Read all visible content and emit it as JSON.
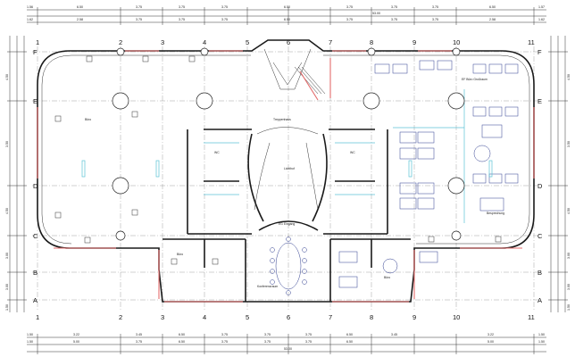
{
  "grid": {
    "columns": [
      "1",
      "2",
      "3",
      "4",
      "5",
      "6",
      "7",
      "8",
      "9",
      "10",
      "11"
    ],
    "rows": [
      "F",
      "E",
      "D",
      "C",
      "B",
      "A"
    ]
  },
  "dimensions": {
    "top_row1": [
      "1.56",
      "6.50",
      "3.75",
      "3.75",
      "3.75",
      "6.50",
      "3.75",
      "3.75",
      "3.75",
      "6.50",
      "1.57"
    ],
    "top_total": "53.00",
    "top_row2": [
      "1.62",
      "2.58",
      "3.75",
      "3.75",
      "3.75",
      "6.50",
      "3.75",
      "3.75",
      "3.75",
      "2.58",
      "1.62"
    ],
    "bottom_row1": [
      "1.50",
      "3.22",
      "3.45",
      "6.50",
      "3.75",
      "3.75",
      "3.75",
      "6.50",
      "3.45",
      "3.22",
      "1.50"
    ],
    "bottom_row2": [
      "1.50",
      "5.00",
      "3.75",
      "6.50",
      "3.75",
      "3.75",
      "3.75",
      "6.50",
      "5.00",
      "1.50"
    ],
    "bottom_total": "53.00",
    "left": [
      "4.50",
      "3.50",
      "4.50",
      "3.00",
      "3.00",
      "1.50"
    ],
    "right": [
      "4.50",
      "3.50",
      "4.50",
      "3.00",
      "3.00",
      "1.50"
    ]
  },
  "rooms": {
    "left_office": "Büro",
    "center_top": "Treppenhaus",
    "center": "Lichthof",
    "entrance": "EG Eingang",
    "conference": "Konferenzraum",
    "wc_left": "WC",
    "wc_right": "WC",
    "right_office": "EF Büro Großraum",
    "meeting": "Besprechung",
    "bottom_left_room": "Büro",
    "bottom_right_room": "Büro"
  },
  "colors": {
    "wall": "#1a1a1a",
    "glazing": "#e46b6b",
    "cyan_lines": "#5bc2d6",
    "furniture": "#2f3d8f",
    "grid": "#7a7a7a"
  }
}
